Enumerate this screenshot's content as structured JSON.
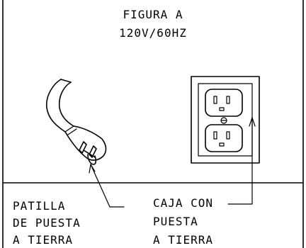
{
  "figure": {
    "title": "FIGURA A",
    "subtitle": "120V/60HZ"
  },
  "labels": {
    "plug": {
      "line1": "PATILLA",
      "line2": "DE PUESTA",
      "line3": "A TIERRA"
    },
    "outlet": {
      "line1": "CAJA CON",
      "line2": "PUESTA",
      "line3": "A TIERRA"
    }
  },
  "colors": {
    "ink": "#000000",
    "paper": "#ffffff"
  },
  "icons": [
    "power-plug-icon",
    "duplex-outlet-icon",
    "arrow-icon"
  ]
}
